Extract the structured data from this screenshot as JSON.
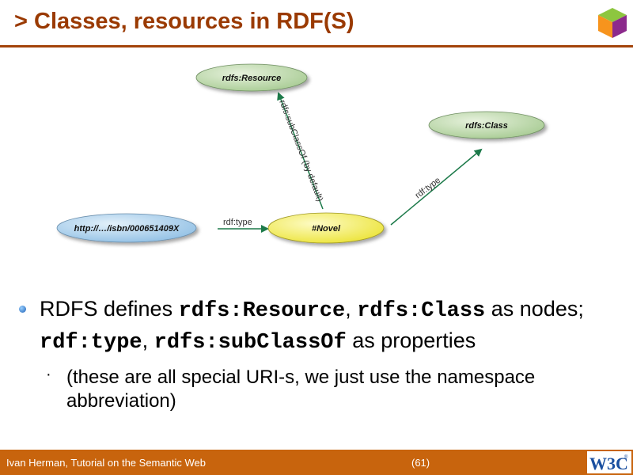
{
  "slide": {
    "title_marker": ">",
    "title": "Classes, resources in RDF(S)"
  },
  "diagram": {
    "nodes": {
      "resource": "rdfs:Resource",
      "class": "rdfs:Class",
      "isbn": "http://…/isbn/000651409X",
      "novel": "#Novel"
    },
    "edges": {
      "isbn_to_novel": "rdf:type",
      "novel_to_resource": "rdfs:subClassOf (by default)",
      "novel_to_class": "rdf:type"
    },
    "colors": {
      "green_node": "#c3dcb4",
      "yellow_node": "#f6f37a",
      "blue_node": "#b3d4ee",
      "arrow": "#1d7a4a"
    }
  },
  "bullets": {
    "b1": {
      "text1": "RDFS defines ",
      "code1": "rdfs:Resource",
      "text2": ", ",
      "code2": "rdfs:Class",
      "text3": " as nodes; ",
      "code3": "rdf:type",
      "text4": ", ",
      "code4": "rdfs:subClassOf",
      "text5": " as properties"
    },
    "sub1": "(these are all special URI-s, we just use the namespace abbreviation)"
  },
  "footer": {
    "author": "Ivan Herman, Tutorial on the Semantic Web",
    "page": "(61)",
    "logo_text": "W3C"
  },
  "theme": {
    "title_color": "#9a3a02",
    "footer_color": "#c8640d"
  }
}
